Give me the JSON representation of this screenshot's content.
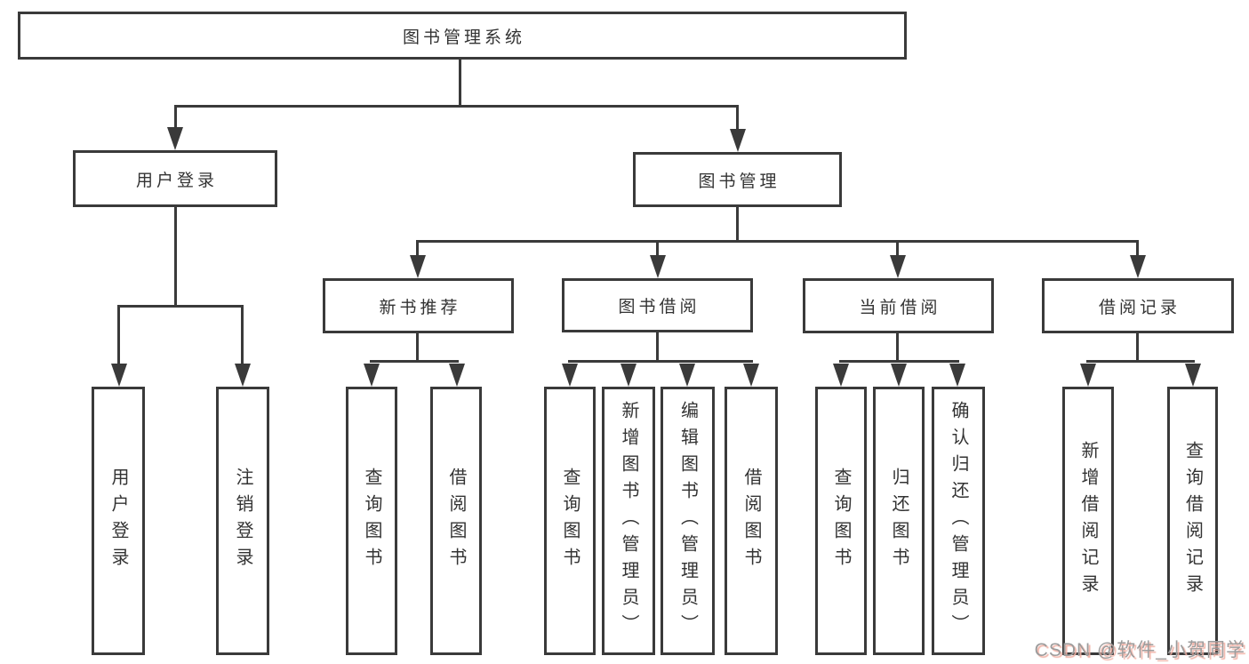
{
  "tree": {
    "root": {
      "label": "图书管理系统",
      "children": [
        {
          "label": "用户登录",
          "children": [
            {
              "label": "用户登录"
            },
            {
              "label": "注销登录"
            }
          ]
        },
        {
          "label": "图书管理",
          "children": [
            {
              "label": "新书推荐",
              "children": [
                {
                  "label": "查询图书"
                },
                {
                  "label": "借阅图书"
                }
              ]
            },
            {
              "label": "图书借阅",
              "children": [
                {
                  "label": "查询图书"
                },
                {
                  "label": "新增图书（管理员）"
                },
                {
                  "label": "编辑图书（管理员）"
                },
                {
                  "label": "借阅图书"
                }
              ]
            },
            {
              "label": "当前借阅",
              "children": [
                {
                  "label": "查询图书"
                },
                {
                  "label": "归还图书"
                },
                {
                  "label": "确认归还（管理员）"
                }
              ]
            },
            {
              "label": "借阅记录",
              "children": [
                {
                  "label": "新增借阅记录"
                },
                {
                  "label": "查询借阅记录"
                }
              ]
            }
          ]
        }
      ]
    }
  },
  "watermark": {
    "text": "CSDN @软件_小贺同学"
  },
  "colors": {
    "line": "#3a3a3a",
    "text": "#333333",
    "background": "#ffffff",
    "watermark": "#9c9c9c",
    "watermark_shadow": "#f0b0a4"
  }
}
